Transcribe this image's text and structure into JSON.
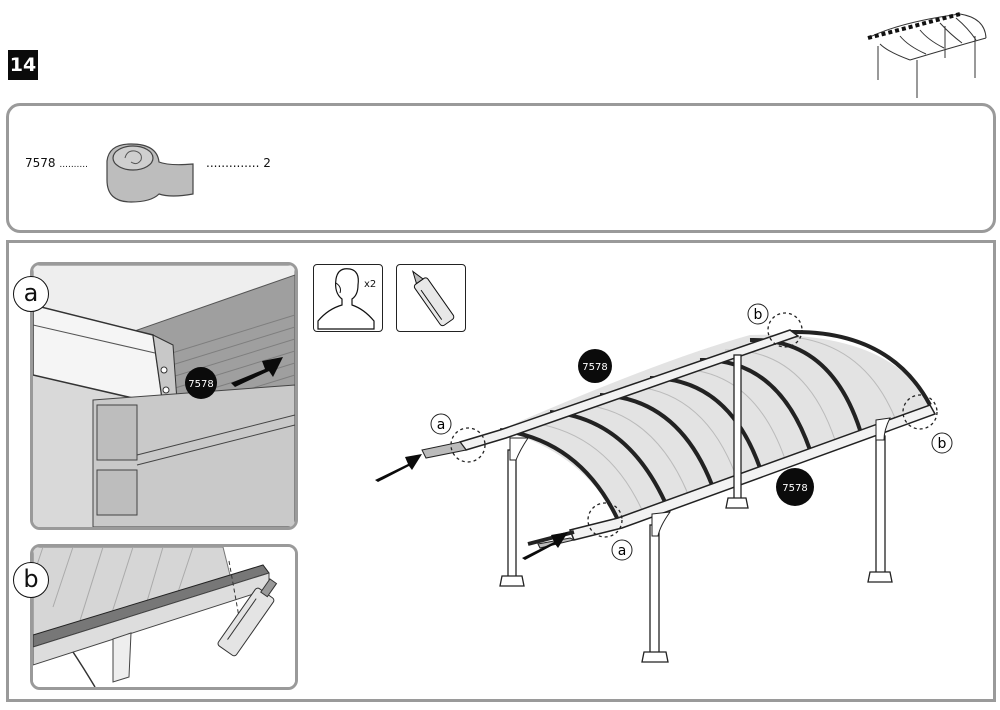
{
  "step": {
    "number": "14"
  },
  "parts": {
    "code": "7578",
    "leader": "..........",
    "qty_leader": ".............. 2"
  },
  "tools": {
    "helpers": "x2"
  },
  "details": {
    "a_label": "a",
    "b_label": "b",
    "tape_label": "7578"
  },
  "main": {
    "tape_label_1": "7578",
    "tape_label_2": "7578",
    "callout_a1": "a",
    "callout_a2": "a",
    "callout_b1": "b",
    "callout_b2": "b"
  }
}
